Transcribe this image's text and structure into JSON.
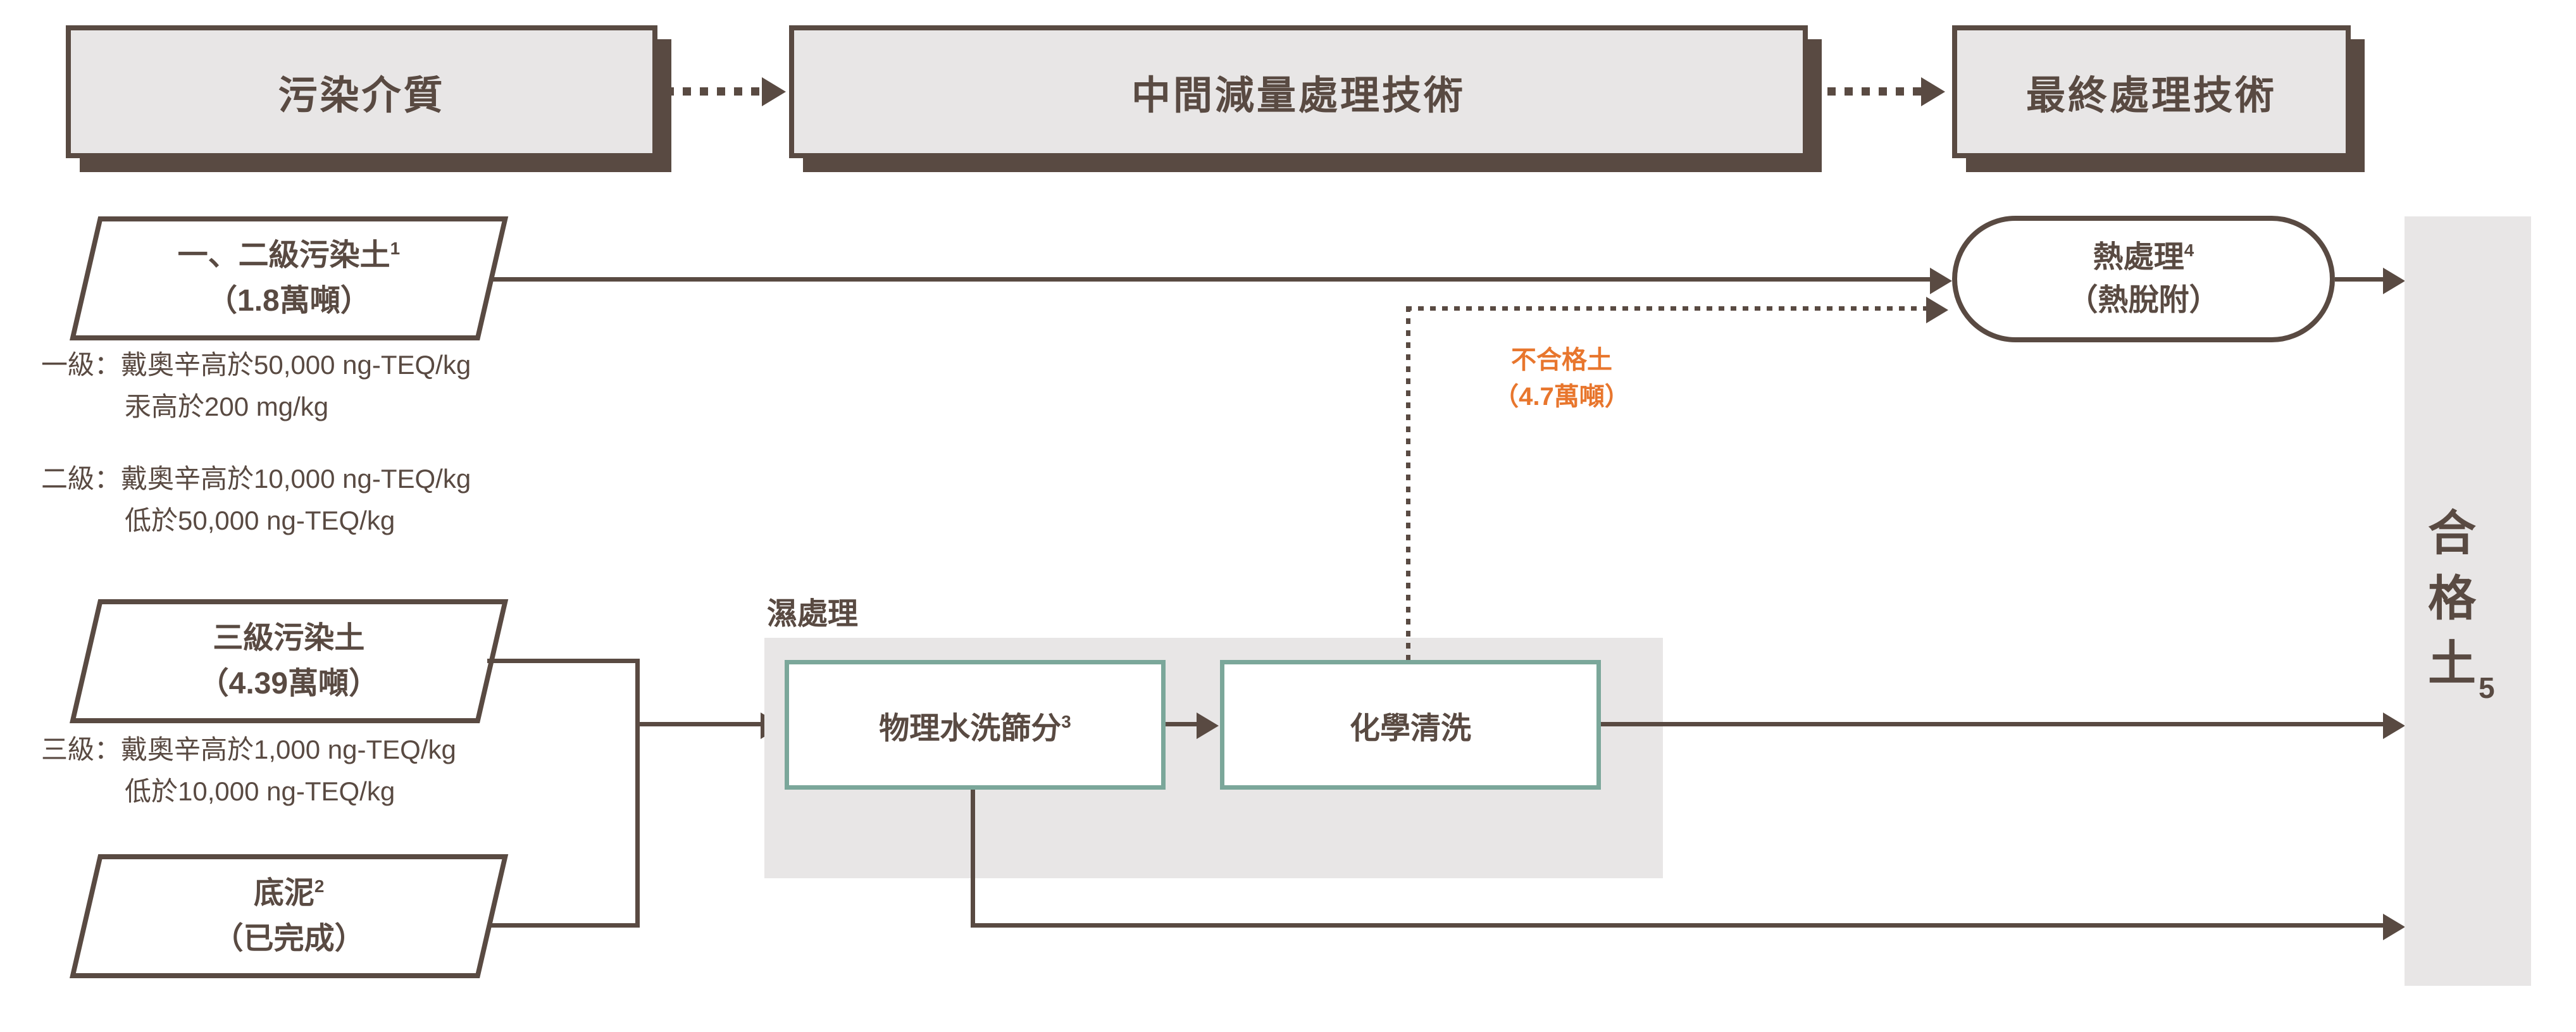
{
  "colors": {
    "brown": "#594a42",
    "light_gray": "#e8e6e6",
    "teal": "#7ba79a",
    "orange": "#e8762d",
    "white": "#ffffff"
  },
  "headers": {
    "media": "污染介質",
    "intermediate": "中間減量處理技術",
    "final": "最終處理技術"
  },
  "sources": {
    "s12": {
      "name": "一、二級污染土",
      "sup": "1",
      "qty": "（1.8萬噸）"
    },
    "s3": {
      "name": "三級污染土",
      "qty": "（4.39萬噸）"
    },
    "sediment": {
      "name": "底泥",
      "sup": "2",
      "qty": "（已完成）"
    }
  },
  "criteria": {
    "level1": {
      "line1": "一級：戴奧辛高於50,000 ng-TEQ/kg",
      "line2": "汞高於200 mg/kg"
    },
    "level2": {
      "line1": "二級：戴奧辛高於10,000 ng-TEQ/kg",
      "line2": "低於50,000 ng-TEQ/kg"
    },
    "level3": {
      "line1": "三級：戴奧辛高於1,000 ng-TEQ/kg",
      "line2": "低於10,000 ng-TEQ/kg"
    }
  },
  "wet_process": {
    "label": "濕處理",
    "physical_wash": {
      "name": "物理水洗篩分",
      "sup": "3"
    },
    "chemical_wash": {
      "name": "化學清洗"
    }
  },
  "reject": {
    "line1": "不合格土",
    "line2": "（4.7萬噸）"
  },
  "thermal": {
    "name": "熱處理",
    "sup": "4",
    "method": "（熱脫附）"
  },
  "qualified": {
    "char1": "合",
    "char2": "格",
    "char3": "土",
    "sub": "5"
  }
}
